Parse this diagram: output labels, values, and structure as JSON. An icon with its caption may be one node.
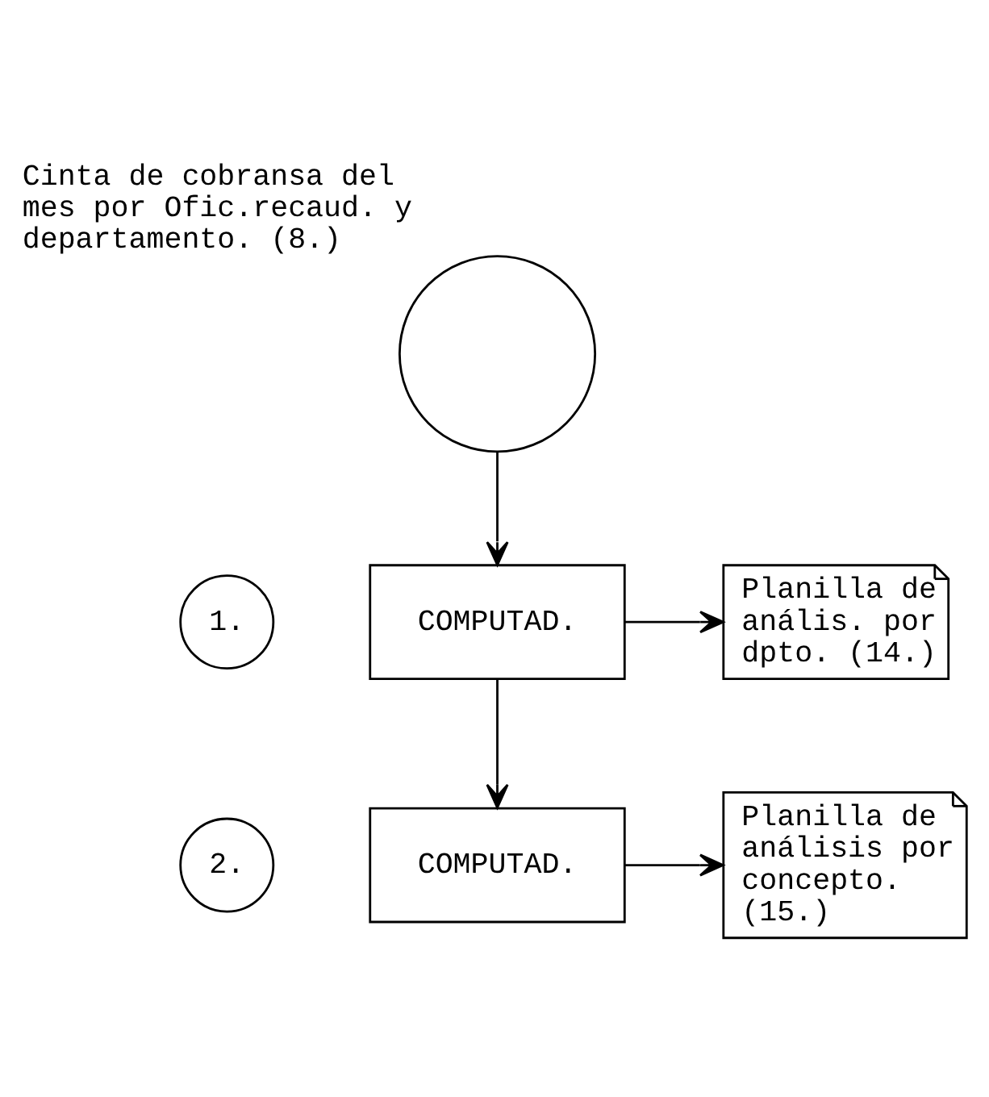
{
  "diagram": {
    "nodes": [
      {
        "text": [],
        "shape": "circle",
        "beside": [
          "Cinta de cobransa del mes por Ofic.recaud. y departamento. (8.)"
        ]
      },
      {
        "text": [
          "1."
        ]
      },
      {
        "text": [
          "COMPUTAD."
        ]
      },
      {
        "text": [
          "Planilla de anális. por dpto. (14.)"
        ]
      },
      {
        "text": [
          "2."
        ]
      },
      {
        "text": [
          "COMPUTAD."
        ]
      },
      {
        "text": [
          "Planilla de análisis por concepto. (15.)"
        ]
      }
    ],
    "edges": [
      {
        "from": 0,
        "to": 2,
        "arrow": "to"
      },
      {
        "from": 2,
        "to": 3,
        "arrow": "to"
      },
      {
        "from": 2,
        "to": 5,
        "arrow": "to"
      },
      {
        "from": 5,
        "to": 6,
        "arrow": "to"
      }
    ]
  }
}
